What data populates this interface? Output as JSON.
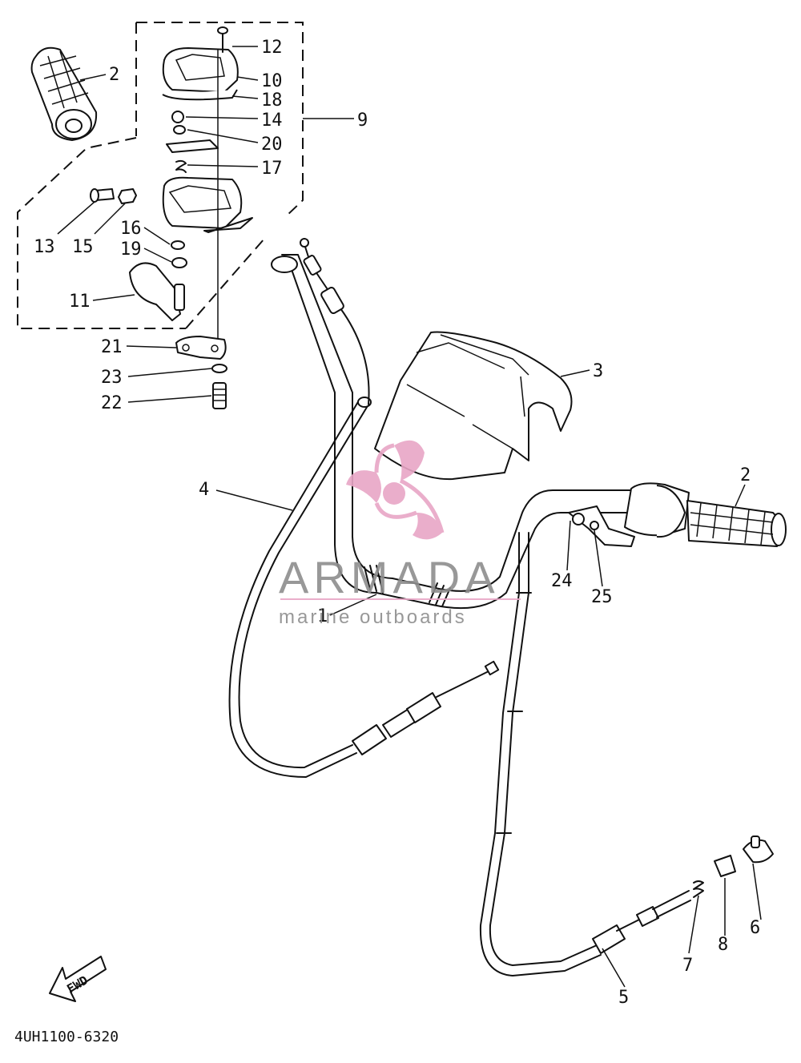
{
  "diagram": {
    "code": "4UH1100-6320",
    "fwd_label": "FWD",
    "callouts": [
      {
        "id": "12",
        "text": "12"
      },
      {
        "id": "10",
        "text": "10"
      },
      {
        "id": "18",
        "text": "18"
      },
      {
        "id": "14",
        "text": "14"
      },
      {
        "id": "20",
        "text": "20"
      },
      {
        "id": "17",
        "text": "17"
      },
      {
        "id": "9",
        "text": "9"
      },
      {
        "id": "2a",
        "text": "2"
      },
      {
        "id": "13",
        "text": "13"
      },
      {
        "id": "15",
        "text": "15"
      },
      {
        "id": "16",
        "text": "16"
      },
      {
        "id": "19",
        "text": "19"
      },
      {
        "id": "11",
        "text": "11"
      },
      {
        "id": "21",
        "text": "21"
      },
      {
        "id": "23",
        "text": "23"
      },
      {
        "id": "22",
        "text": "22"
      },
      {
        "id": "3",
        "text": "3"
      },
      {
        "id": "4",
        "text": "4"
      },
      {
        "id": "1",
        "text": "1"
      },
      {
        "id": "2b",
        "text": "2"
      },
      {
        "id": "24",
        "text": "24"
      },
      {
        "id": "25",
        "text": "25"
      },
      {
        "id": "6",
        "text": "6"
      },
      {
        "id": "8",
        "text": "8"
      },
      {
        "id": "7",
        "text": "7"
      },
      {
        "id": "5",
        "text": "5"
      }
    ]
  },
  "watermark": {
    "brand": "ARMADA",
    "tagline": "marine outboards",
    "colors": {
      "pink": "#e8a6c6",
      "gray": "#8d8d8d",
      "line": "#e8a6c6"
    }
  }
}
